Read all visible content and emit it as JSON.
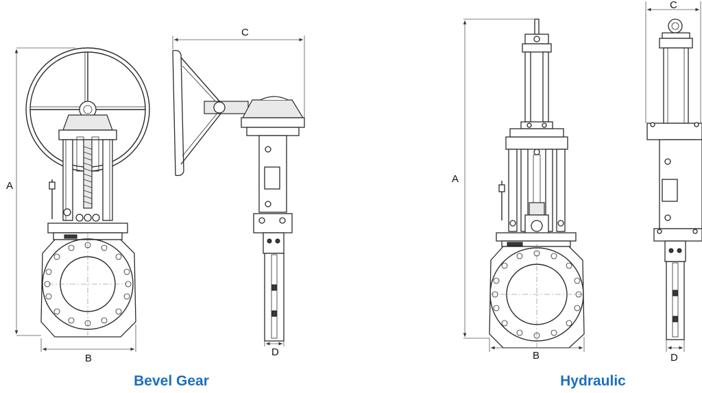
{
  "colors": {
    "caption": "#1b6fc2",
    "line": "#2a2a2a"
  },
  "bevel_gear": {
    "caption": "Bevel Gear",
    "dim_a": "A",
    "dim_b": "B",
    "dim_c": "C",
    "dim_d": "D"
  },
  "hydraulic": {
    "caption": "Hydraulic",
    "dim_a": "A",
    "dim_b": "B",
    "dim_c": "C",
    "dim_d": "D"
  }
}
